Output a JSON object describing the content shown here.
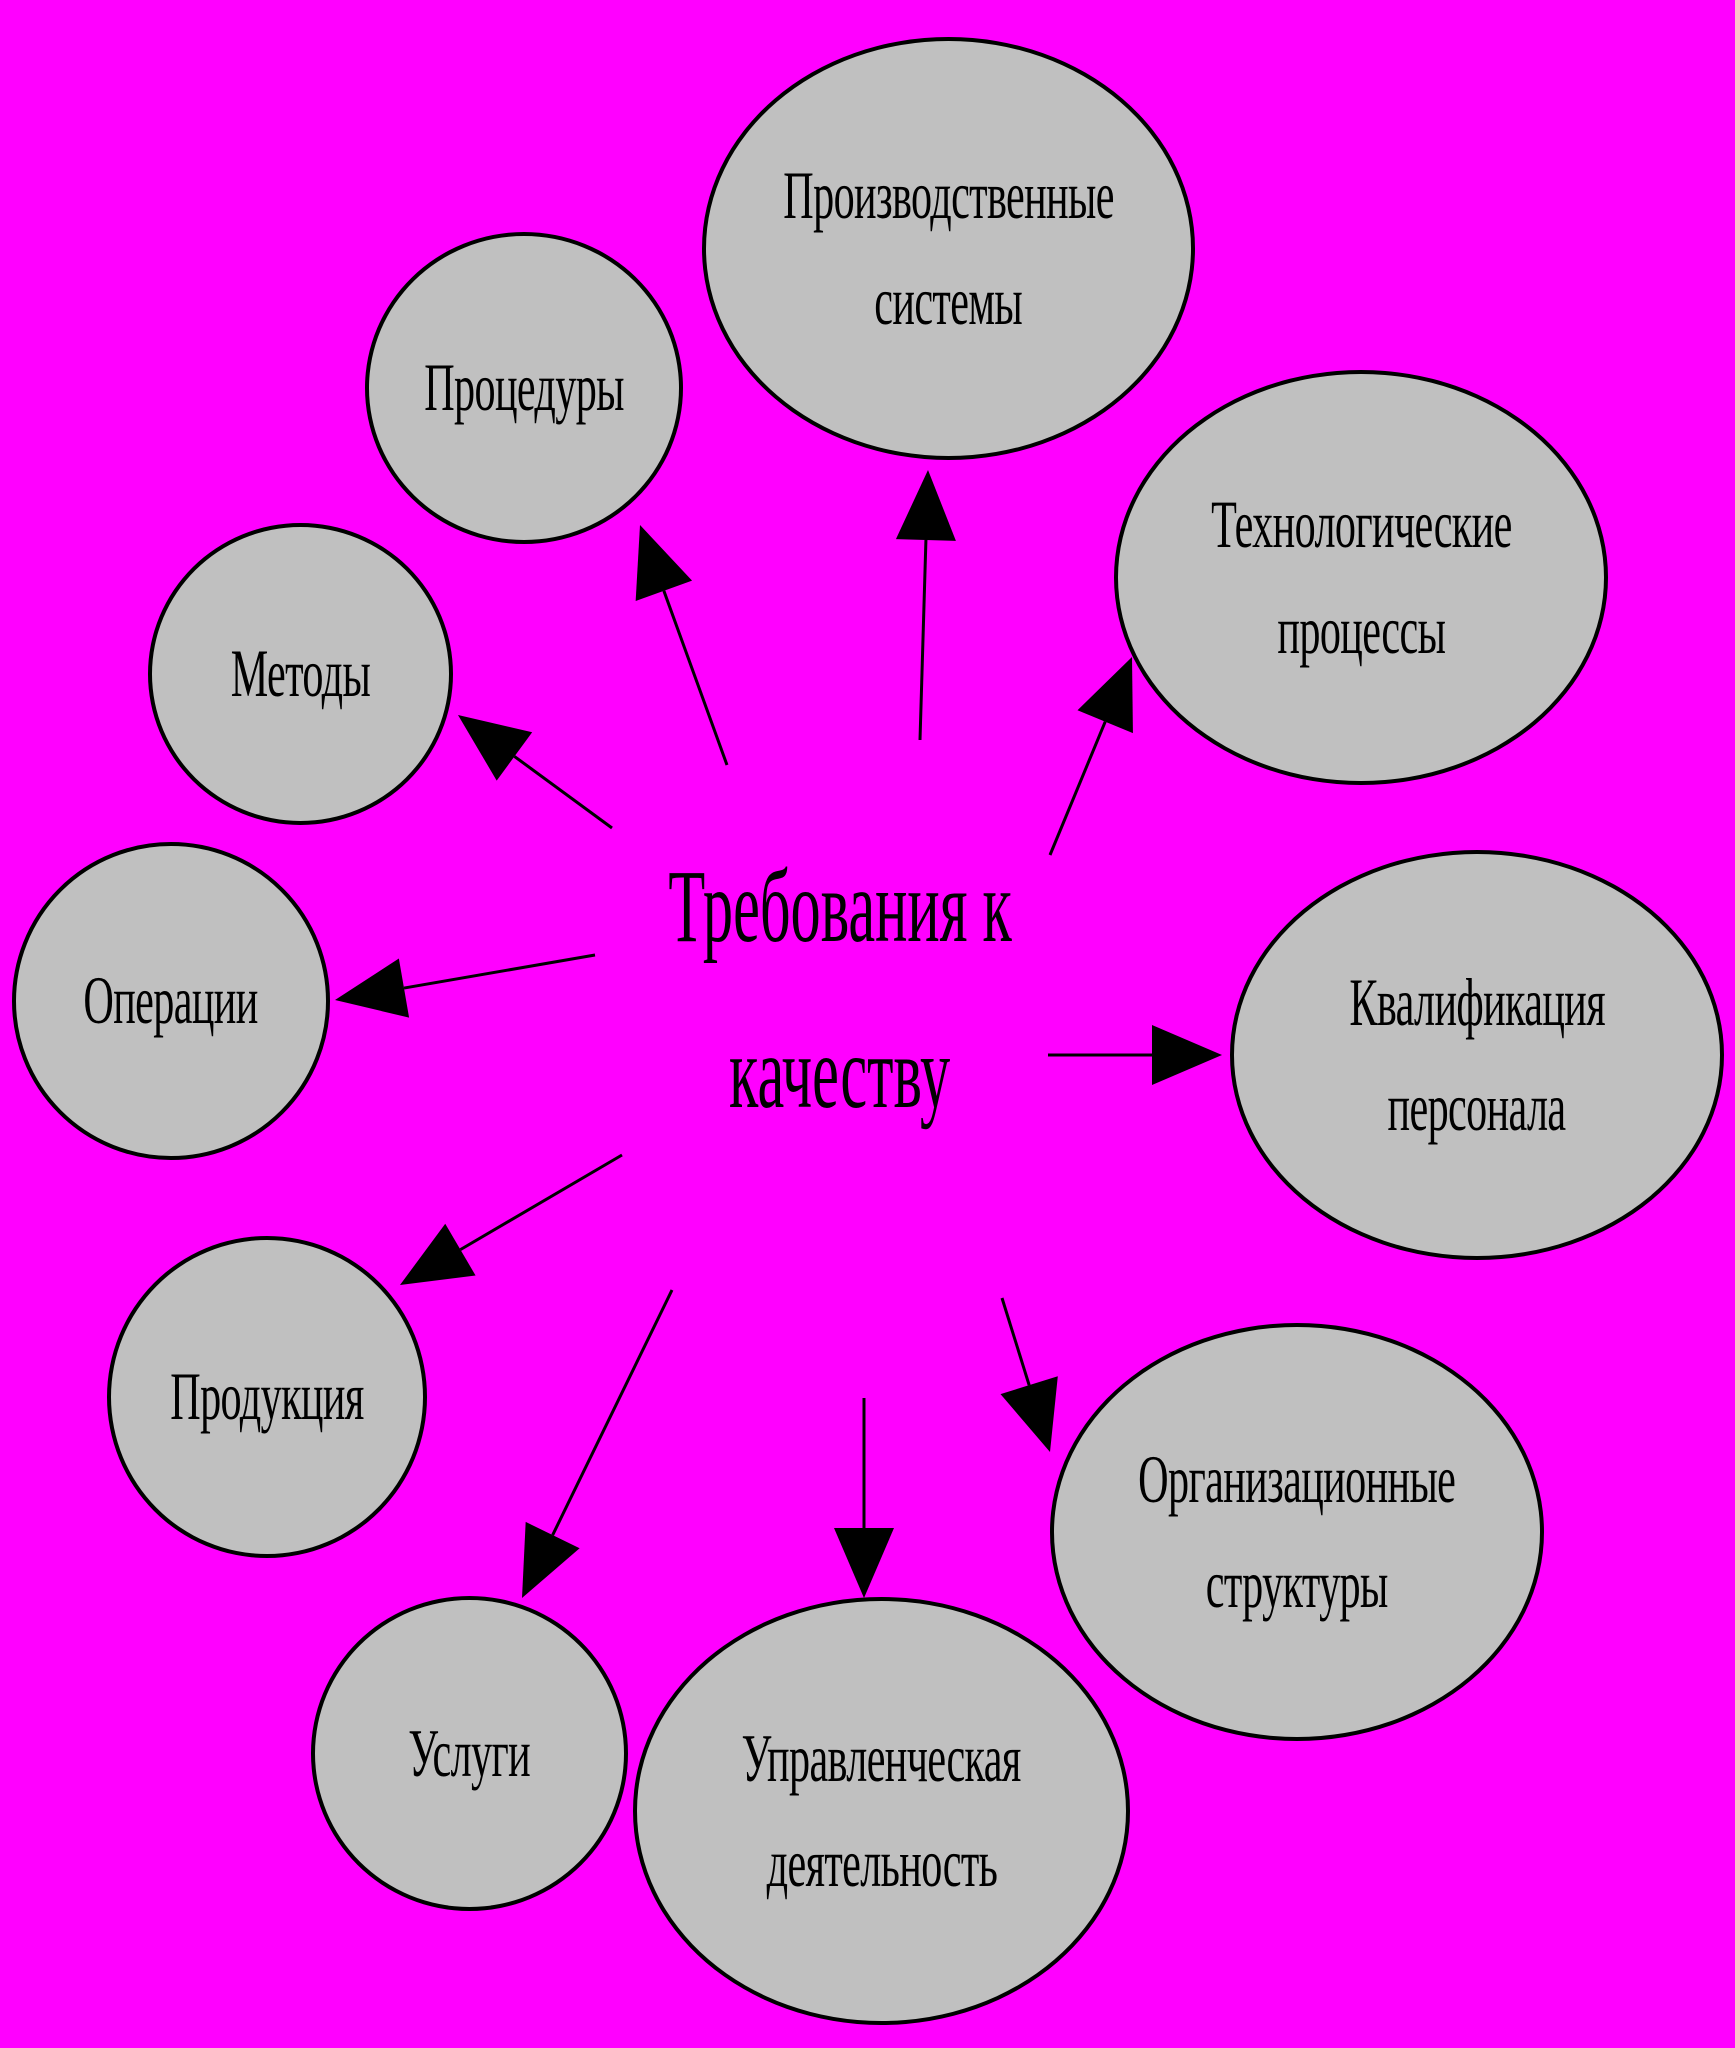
{
  "colors": {
    "background": "#ff00ff",
    "frame": "#000000",
    "node_fill": "#c0c0c0",
    "stroke": "#000000"
  },
  "center": {
    "line1": "Требования к",
    "line2": "качеству"
  },
  "nodes": {
    "proizvodstvennye": {
      "line1": "Производственные",
      "line2": "системы"
    },
    "procedury": {
      "line1": "Процедуры"
    },
    "tehnologicheskie": {
      "line1": "Технологические",
      "line2": "процессы"
    },
    "metody": {
      "line1": "Методы"
    },
    "operacii": {
      "line1": "Операции"
    },
    "kvalifikaciya": {
      "line1": "Квалификация",
      "line2": "персонала"
    },
    "produkciya": {
      "line1": "Продукция"
    },
    "organizacionnye": {
      "line1": "Организационные",
      "line2": "структуры"
    },
    "uslugi": {
      "line1": "Услуги"
    },
    "upravlencheskaya": {
      "line1": "Управленческая",
      "line2": "деятельность"
    }
  }
}
